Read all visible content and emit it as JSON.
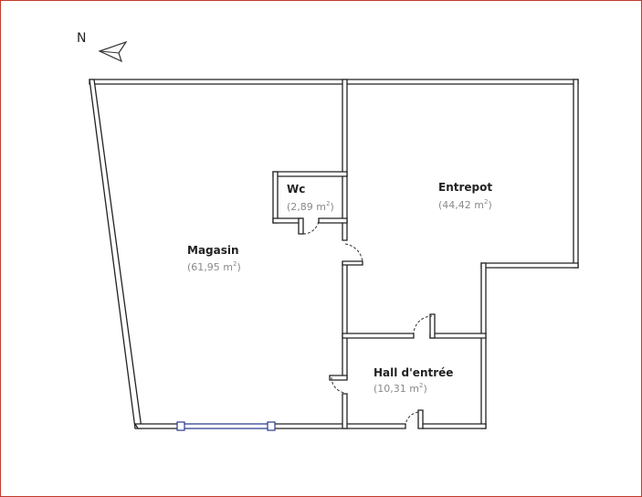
{
  "compass": {
    "label": "N",
    "icon": "north-arrow-icon"
  },
  "rooms": {
    "magasin": {
      "name": "Magasin",
      "area_prefix": "(61,95 m",
      "area_suffix": ")"
    },
    "wc": {
      "name": "Wc",
      "area_prefix": "(2,89 m",
      "area_suffix": ")"
    },
    "entrepot": {
      "name": "Entrepot",
      "area_prefix": "(44,42 m",
      "area_suffix": ")"
    },
    "hall": {
      "name": "Hall d'entrée",
      "area_prefix": "(10,31 m",
      "area_suffix": ")"
    }
  },
  "area_unit_exponent": "2",
  "colors": {
    "frame": "#c0392b",
    "wall_fill": "#ffffff",
    "wall_stroke": "#222222",
    "window": "#2b3a8f",
    "area_text": "#8a8a8a"
  }
}
